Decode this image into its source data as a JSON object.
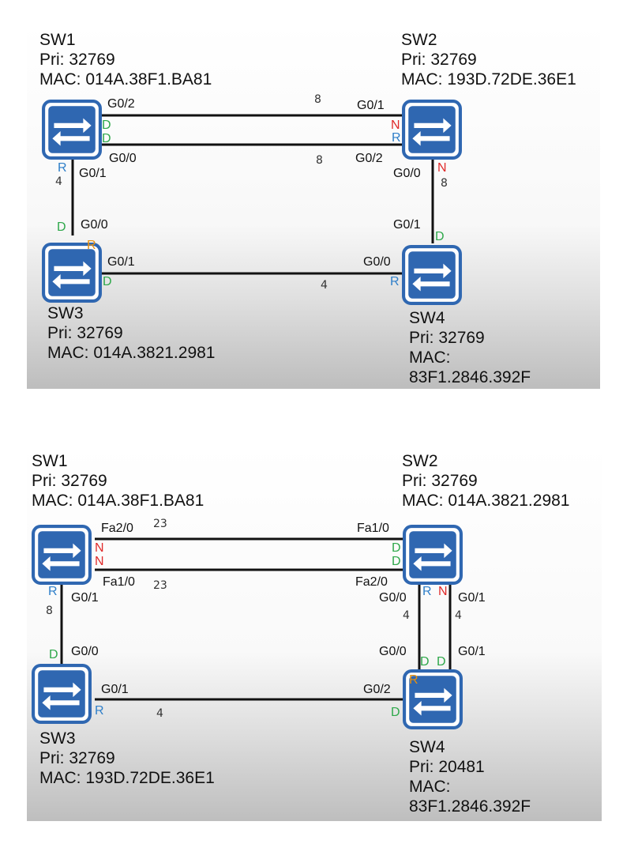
{
  "colors": {
    "designated": "#2ea84a",
    "root": "#2f7fc9",
    "non_designated": "#e02a2a",
    "root_bridge": "#e8900c",
    "switch_blue": "#2f67b1",
    "link": "#111111"
  },
  "icons": {
    "switch": "switch-icon"
  },
  "diagram1": {
    "sw1": {
      "name": "SW1",
      "pri": "Pri: 32769",
      "mac": "MAC: 014A.38F1.BA81"
    },
    "sw2": {
      "name": "SW2",
      "pri": "Pri: 32769",
      "mac": "MAC: 193D.72DE.36E1"
    },
    "sw3": {
      "name": "SW3",
      "pri": "Pri: 32769",
      "mac": "MAC: 014A.3821.2981"
    },
    "sw4": {
      "name": "SW4",
      "pri": "Pri: 32769",
      "mac_label": "MAC:",
      "mac_value": "83F1.2846.392F"
    },
    "ports": {
      "sw1_top_right": "G0/2",
      "sw1_bottom_right": "G0/0",
      "sw1_down": "G0/1",
      "sw2_top_left": "G0/1",
      "sw2_bottom_left": "G0/2",
      "sw2_down": "G0/0",
      "sw3_up": "G0/0",
      "sw3_right": "G0/1",
      "sw4_up": "G0/1",
      "sw4_left": "G0/0"
    },
    "costs": {
      "top_link": "8",
      "middle_link": "8",
      "left_link": "4",
      "right_link": "8",
      "bottom_link": "4"
    },
    "roles": {
      "sw1_top": "D",
      "sw1_bottom": "D",
      "sw1_down": "R",
      "sw2_top": "N",
      "sw2_bottom": "R",
      "sw2_down": "N",
      "sw3_up": "D",
      "sw3_right": "D",
      "sw3_bridge": "R",
      "sw4_up": "D",
      "sw4_left": "R"
    }
  },
  "diagram2": {
    "sw1": {
      "name": "SW1",
      "pri": "Pri: 32769",
      "mac": "MAC: 014A.38F1.BA81"
    },
    "sw2": {
      "name": "SW2",
      "pri": "Pri: 32769",
      "mac": "MAC: 014A.3821.2981"
    },
    "sw3": {
      "name": "SW3",
      "pri": "Pri: 32769",
      "mac": "MAC: 193D.72DE.36E1"
    },
    "sw4": {
      "name": "SW4",
      "pri": "Pri: 20481",
      "mac_label": "MAC:",
      "mac_value": "83F1.2846.392F"
    },
    "ports": {
      "sw1_top_right": "Fa2/0",
      "sw1_bottom_right": "Fa1/0",
      "sw1_down": "G0/1",
      "sw2_top_left": "Fa1/0",
      "sw2_bottom_left": "Fa2/0",
      "sw2_down_left": "G0/0",
      "sw2_down_right": "G0/1",
      "sw3_up": "G0/0",
      "sw3_right": "G0/1",
      "sw4_up_left": "G0/0",
      "sw4_up_right": "G0/1",
      "sw4_left": "G0/2"
    },
    "costs": {
      "top_link": "23",
      "middle_link": "23",
      "left_link": "8",
      "right_link_a": "4",
      "right_link_b": "4",
      "bottom_link": "4"
    },
    "roles": {
      "sw1_top": "N",
      "sw1_bottom": "N",
      "sw1_down": "R",
      "sw2_top": "D",
      "sw2_bottom": "D",
      "sw2_down_left": "R",
      "sw2_down_right": "N",
      "sw3_up": "D",
      "sw3_right": "R",
      "sw4_up_left": "D",
      "sw4_up_right": "D",
      "sw4_bridge": "R",
      "sw4_left": "D"
    }
  }
}
